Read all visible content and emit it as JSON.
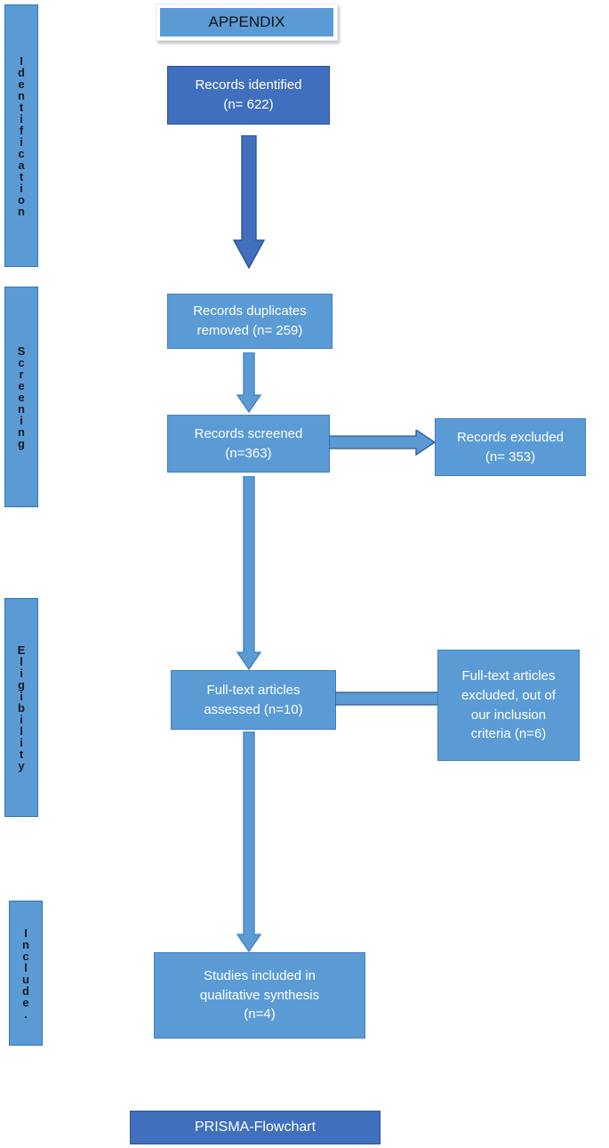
{
  "figure": {
    "title": "APPENDIX",
    "caption": "PRISMA-Flowchart"
  },
  "colors": {
    "light_blue": "#5b9bd5",
    "dark_blue": "#3f6fbd",
    "light_stroke": "#3f7fbf",
    "dark_stroke": "#2d5496",
    "text_on_blue": "#ffffff",
    "label_text": "#1a1a1a"
  },
  "stages": [
    {
      "name": "identification",
      "label": "Identification"
    },
    {
      "name": "screening",
      "label": "Screening"
    },
    {
      "name": "eligibility",
      "label": "Eligibility"
    },
    {
      "name": "included",
      "label": "Include."
    }
  ],
  "nodes": {
    "records_identified": {
      "line1": "Records identified",
      "line2": "(n= 622)",
      "count": 622
    },
    "duplicates_removed": {
      "line1": "Records duplicates",
      "line2": "removed (n= 259)",
      "count": 259
    },
    "records_screened": {
      "line1": "Records screened",
      "line2": "(n=363)",
      "count": 363
    },
    "records_excluded": {
      "line1": "Records excluded",
      "line2": "(n= 353)",
      "count": 353
    },
    "fulltext_assessed": {
      "line1": "Full-text articles",
      "line2": "assessed (n=10)",
      "count": 10
    },
    "fulltext_excluded": {
      "line1": "Full-text articles",
      "line2": "excluded, out of",
      "line3": "our inclusion",
      "line4": "criteria (n=6)",
      "count": 6
    },
    "studies_included": {
      "line1": "Studies included in",
      "line2": "qualitative synthesis",
      "line3": "(n=4)",
      "count": 4
    }
  },
  "chart_data": {
    "type": "diagram",
    "diagram_kind": "PRISMA flow diagram",
    "title": "PRISMA-Flowchart",
    "stages": [
      "Identification",
      "Screening",
      "Eligibility",
      "Include."
    ],
    "flow": [
      {
        "id": "records_identified",
        "stage": "Identification",
        "text": "Records identified (n= 622)",
        "n": 622
      },
      {
        "id": "duplicates_removed",
        "stage": "Screening",
        "text": "Records duplicates removed (n= 259)",
        "n": 259
      },
      {
        "id": "records_screened",
        "stage": "Screening",
        "text": "Records screened (n=363)",
        "n": 363
      },
      {
        "id": "records_excluded",
        "stage": "Screening",
        "text": "Records excluded (n= 353)",
        "n": 353
      },
      {
        "id": "fulltext_assessed",
        "stage": "Eligibility",
        "text": "Full-text articles assessed (n=10)",
        "n": 10
      },
      {
        "id": "fulltext_excluded",
        "stage": "Eligibility",
        "text": "Full-text articles excluded, out of our inclusion criteria (n=6)",
        "n": 6
      },
      {
        "id": "studies_included",
        "stage": "Include.",
        "text": "Studies included in qualitative synthesis (n=4)",
        "n": 4
      }
    ],
    "edges": [
      {
        "from": "records_identified",
        "to": "duplicates_removed",
        "direction": "down"
      },
      {
        "from": "duplicates_removed",
        "to": "records_screened",
        "direction": "down"
      },
      {
        "from": "records_screened",
        "to": "records_excluded",
        "direction": "right"
      },
      {
        "from": "records_screened",
        "to": "fulltext_assessed",
        "direction": "down"
      },
      {
        "from": "fulltext_assessed",
        "to": "fulltext_excluded",
        "direction": "right"
      },
      {
        "from": "fulltext_assessed",
        "to": "studies_included",
        "direction": "down"
      }
    ]
  }
}
